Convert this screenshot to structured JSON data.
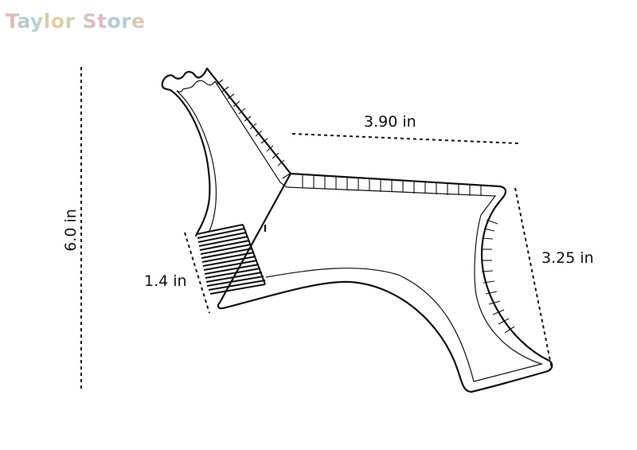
{
  "brand": {
    "name": "Taylor Store"
  },
  "diagram": {
    "subject": "beard shaping comb template",
    "dimensions": {
      "overall_height": "6.0 in",
      "top_width": "3.90 in",
      "right_height": "3.25 in",
      "comb_length": "1.4 in"
    },
    "colors": {
      "outline": "#111111",
      "dimension_line": "#111111",
      "background": "#ffffff"
    }
  }
}
